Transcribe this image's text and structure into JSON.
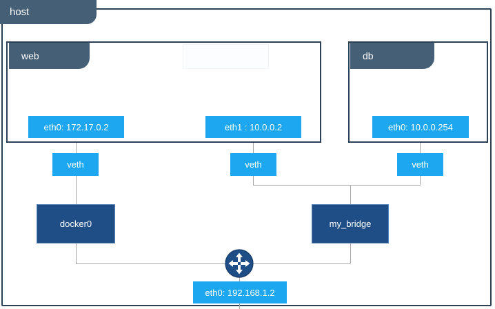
{
  "diagram": {
    "title_tab": "host",
    "colors": {
      "frame_border": "#2b3f56",
      "tab_slate": "#455f77",
      "interface_blue": "#1ca7f0",
      "bridge_navy": "#1f4e87",
      "line_gray": "#a6a6a6",
      "background": "#ffffff"
    }
  },
  "namespaces": [
    {
      "name": "web",
      "label": "web"
    },
    {
      "name": "db",
      "label": "db"
    }
  ],
  "interfaces": [
    {
      "id": "web-eth0",
      "label": "eth0: 172.17.0.2",
      "parent": "web"
    },
    {
      "id": "web-eth1",
      "label": "eth1 : 10.0.0.2",
      "parent": "web"
    },
    {
      "id": "db-eth0",
      "label": "eth0: 10.0.0.254",
      "parent": "db"
    }
  ],
  "veths": [
    {
      "id": "veth-left",
      "label": "veth"
    },
    {
      "id": "veth-middle",
      "label": "veth"
    },
    {
      "id": "veth-right",
      "label": "veth"
    }
  ],
  "bridges": [
    {
      "id": "docker0",
      "label": "docker0"
    },
    {
      "id": "my_bridge",
      "label": "my_bridge"
    }
  ],
  "router": {
    "icon": "router-icon",
    "uplink_label": "eth0: 192.168.1.2"
  }
}
